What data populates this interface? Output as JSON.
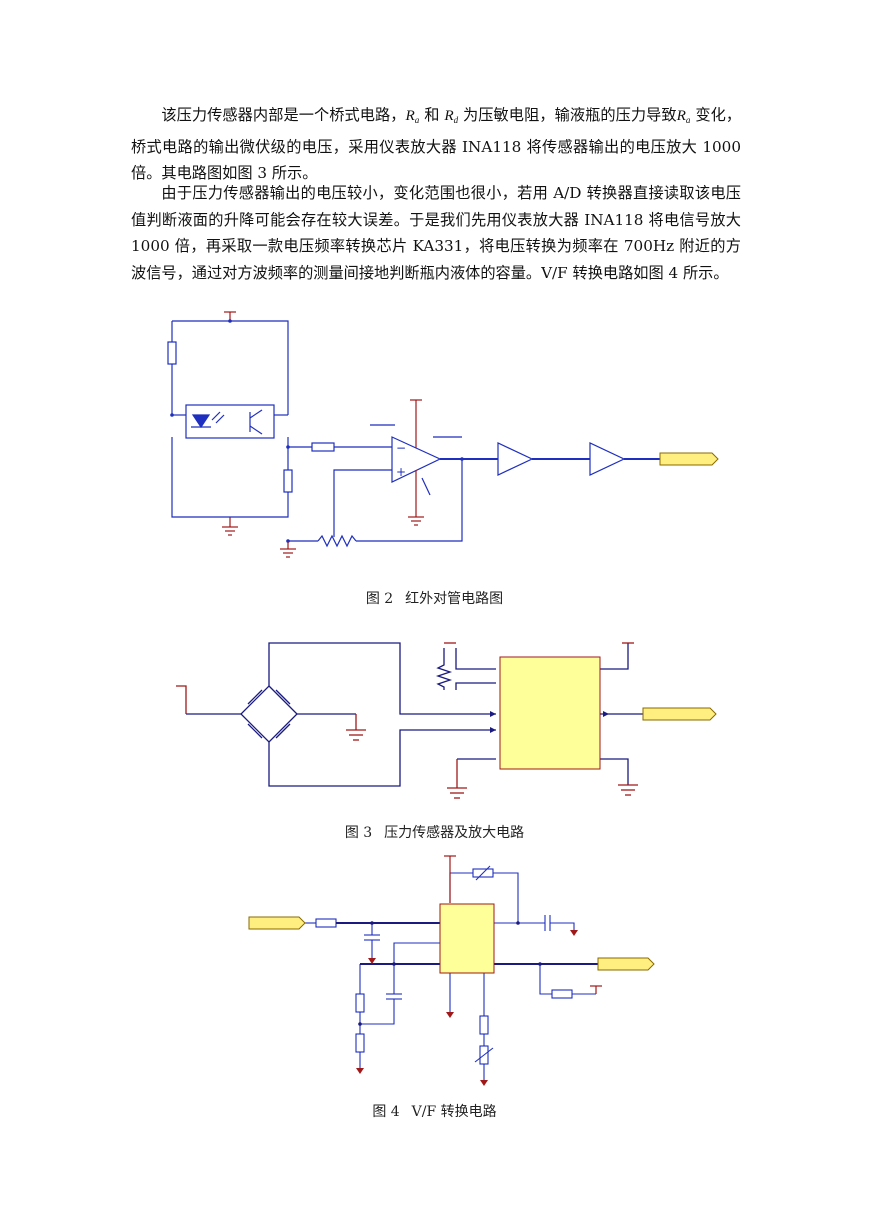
{
  "paragraph1": {
    "part1": "该压力传感器内部是一个桥式电路，",
    "var1": "R",
    "sub1": "a",
    "part2": " 和 ",
    "var2": "R",
    "sub2": "d",
    "part3": " 为压敏电阻，输液瓶的压力导致",
    "var3": "R",
    "sub3": "a",
    "part4": " 变化，桥式电路的输出微伏级的电压，采用仪表放大器 INA118 将传感器输出的电压放大 1000 倍。其电路图如图 3 所示。"
  },
  "paragraph2": "由于压力传感器输出的电压较小，变化范围也很小，若用 A/D 转换器直接读取该电压值判断液面的升降可能会存在较大误差。于是我们先用仪表放大器 INA118 将电信号放大 1000 倍，再采取一款电压频率转换芯片 KA331，将电压转换为频率在 700Hz 附近的方波信号，通过对方波频率的测量间接地判断瓶内液体的容量。V/F 转换电路如图 4 所示。",
  "figure2": {
    "number": "图 2",
    "caption": "红外对管电路图",
    "opamp_minus": "−",
    "opamp_plus": "+"
  },
  "figure3": {
    "number": "图 3",
    "caption": "压力传感器及放大电路"
  },
  "figure4": {
    "number": "图 4",
    "caption": "V/F 转换电路"
  },
  "colors": {
    "wire_blue": "#1f2fbf",
    "wire_dark": "#1a1a80",
    "power_red": "#a01818",
    "chip_fill": "#ffff99",
    "chip_border": "#a01818",
    "port_fill": "#ffef80"
  }
}
